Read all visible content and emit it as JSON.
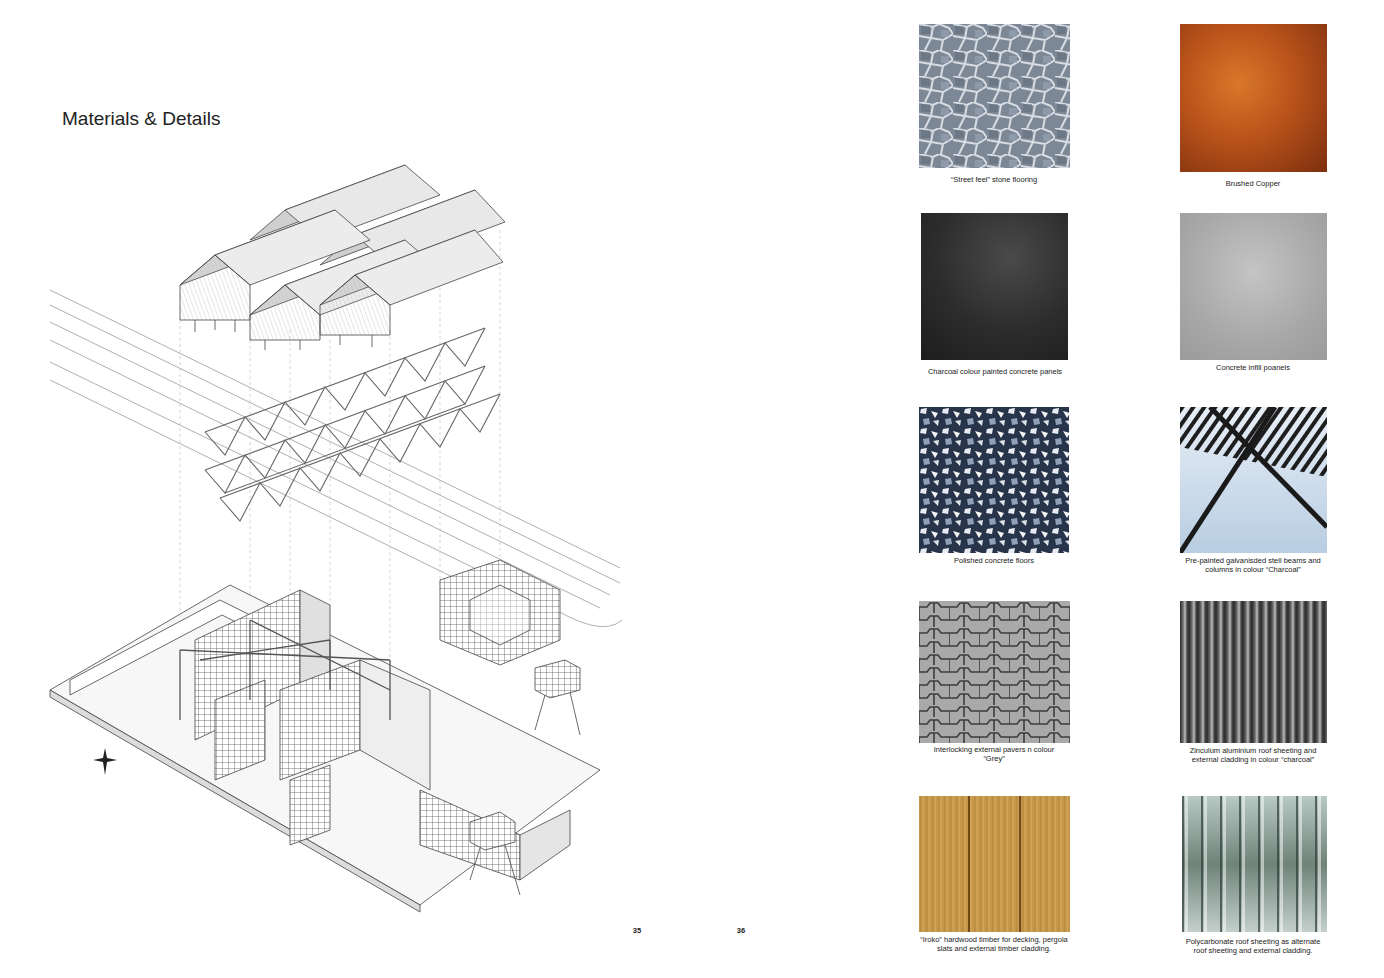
{
  "diagram": {
    "title": "Materials & Details",
    "labels": [
      "“Street feel” stone flooring",
      "Brushed Copper",
      "Charcoal colour painted concrete panels",
      "Concrete infill poanels",
      "Polished concrete floors",
      "Pre-painted galvanisded stell beams and columns in colour “Charcoal”",
      "Interlocking external pavers n colour “Grey”",
      "Zinculum aluminium roof sheeting and external cladding in colour “charcoal”",
      "“Iroko” hardwood timber for decking, pergola slats and external timber cladding.",
      "Polycarbonate roof sheeting as alternate roof sheeting and external cladding.",
      "35",
      "36"
    ]
  }
}
